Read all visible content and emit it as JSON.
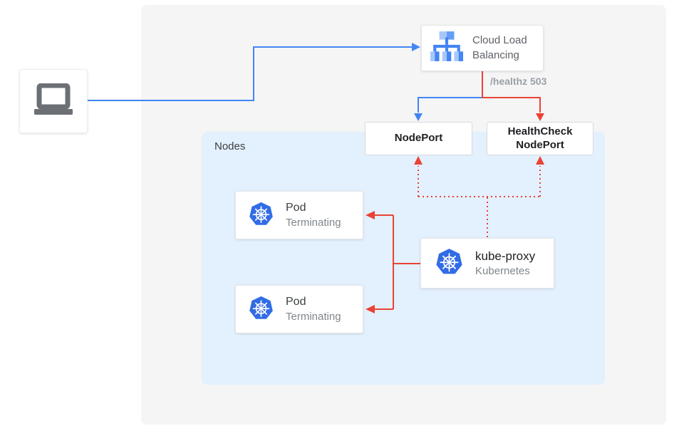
{
  "diagram": {
    "nodes_panel_label": "Nodes",
    "cloud_load_balancing": {
      "label": "Cloud Load Balancing"
    },
    "node_port": {
      "label": "NodePort"
    },
    "healthcheck_node_port": {
      "label": "HealthCheck NodePort"
    },
    "pod_1": {
      "title": "Pod",
      "status": "Terminating"
    },
    "pod_2": {
      "title": "Pod",
      "status": "Terminating"
    },
    "kube_proxy": {
      "title": "kube-proxy",
      "subtitle": "Kubernetes"
    },
    "edge_labels": {
      "health_check": "/healthz 503"
    },
    "icons": {
      "client": "laptop-icon",
      "cloud_load_balancing": "cloud-load-balancing-icon",
      "pod": "kubernetes-icon",
      "kube_proxy": "kubernetes-icon"
    },
    "colors": {
      "traffic_blue": "#4285f4",
      "health_red": "#ea4335",
      "outer_panel_gray": "#f5f5f6",
      "nodes_panel_blue": "#e3f0fd",
      "kubernetes_blue": "#326ce5",
      "icon_light_blue": "#a8c7fa",
      "icon_mid_blue": "#669df6",
      "laptop_gray": "#6c7075"
    }
  }
}
